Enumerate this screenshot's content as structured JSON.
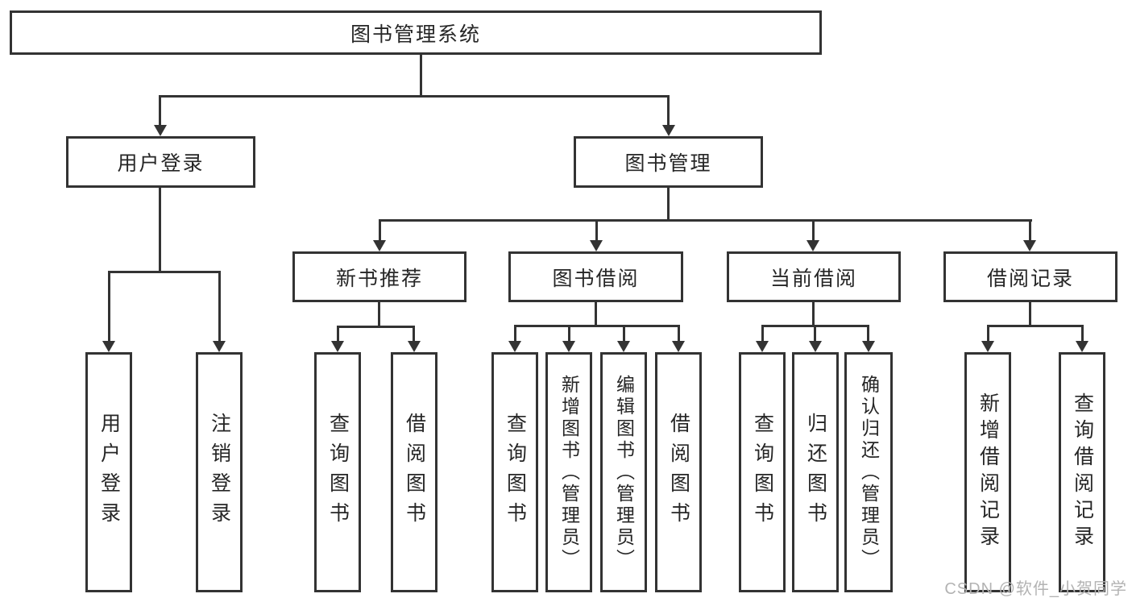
{
  "diagram": {
    "root": {
      "label": "图书管理系统"
    },
    "branches": [
      {
        "label": "用户登录",
        "children": [
          {
            "label": "用户登录"
          },
          {
            "label": "注销登录"
          }
        ]
      },
      {
        "label": "图书管理",
        "children": [
          {
            "label": "新书推荐",
            "children": [
              {
                "label": "查询图书"
              },
              {
                "label": "借阅图书"
              }
            ]
          },
          {
            "label": "图书借阅",
            "children": [
              {
                "label": "查询图书"
              },
              {
                "label": "新增图书（管理员）"
              },
              {
                "label": "编辑图书（管理员）"
              },
              {
                "label": "借阅图书"
              }
            ]
          },
          {
            "label": "当前借阅",
            "children": [
              {
                "label": "查询图书"
              },
              {
                "label": "归还图书"
              },
              {
                "label": "确认归还（管理员）"
              }
            ]
          },
          {
            "label": "借阅记录",
            "children": [
              {
                "label": "新增借阅记录"
              },
              {
                "label": "查询借阅记录"
              }
            ]
          }
        ]
      }
    ]
  },
  "watermark": {
    "text": "CSDN @软件_小贺同学"
  },
  "colors": {
    "line": "#333333",
    "border": "#333333",
    "text": "#262626",
    "background": "#ffffff",
    "watermark": "#b3b3b3"
  }
}
